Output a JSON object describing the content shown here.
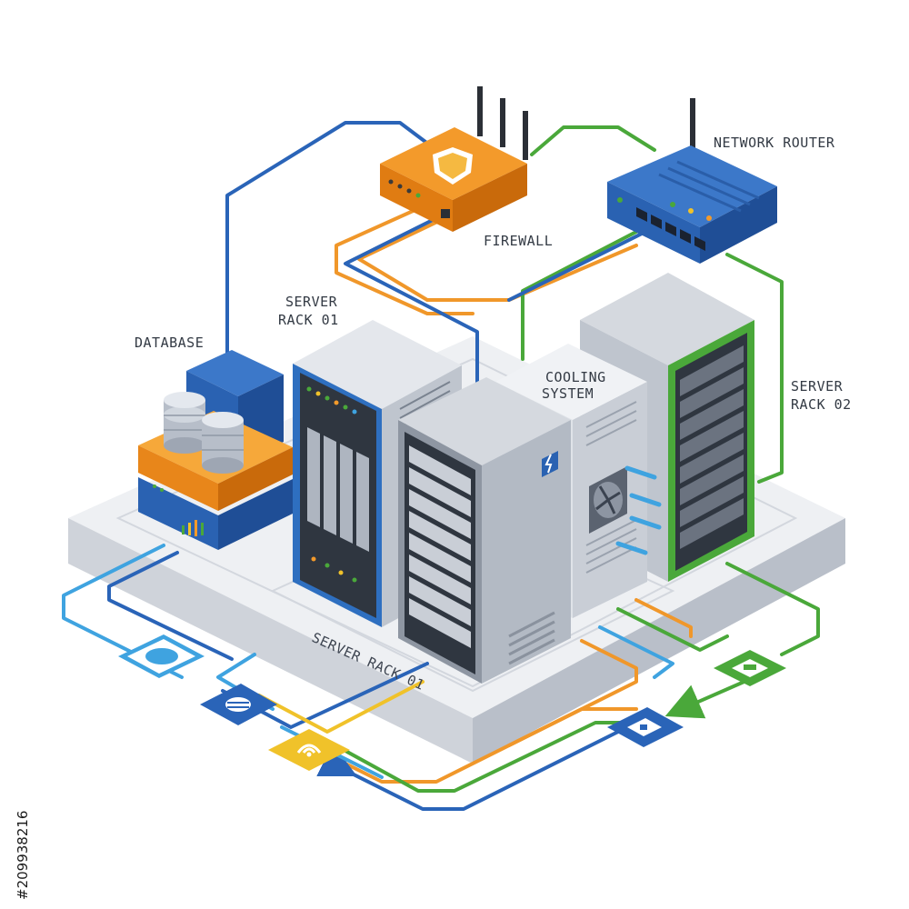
{
  "labels": {
    "firewall": "FIREWALL",
    "network_router": "NETWORK ROUTER",
    "server_rack_01": "SERVER\nRACK 01",
    "server_rack_02": "SERVER\nRACK 02",
    "database": "DATABASE",
    "cooling_system": "COOLING\nSYSTEM",
    "floor_label": "SERVER RACK 01"
  },
  "stock_id": "#209938216"
}
